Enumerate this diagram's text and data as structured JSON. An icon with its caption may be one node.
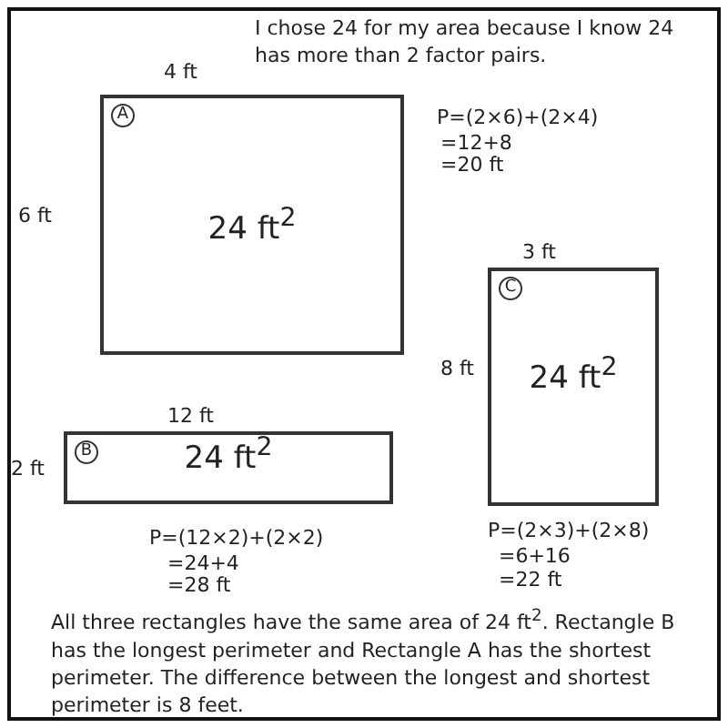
{
  "diagram": {
    "nodes": [
      {
        "text": [
          "A",
          "24 ft$^{2}$"
        ]
      },
      {
        "text": [
          "C",
          "24 ft$^{2}$"
        ]
      },
      {
        "text": [
          "B",
          "24 ft$^{2}$"
        ]
      }
    ],
    "labels": [
      "I chose 24 for my area because I know 24 has more than 2 factor pairs.",
      "4 ft",
      "6 ft",
      "P=(2×6)+(2×4)",
      "=12+8",
      "=20 ft",
      "3 ft",
      "8 ft",
      "12 ft",
      "2 ft",
      "P=(12×2)+(2×2)",
      "=24+4",
      "=28 ft",
      "P=(2×3)+(2×8)",
      "=6+16",
      "=22 ft",
      "All three rectangles have the same area of 24 ft$^{2}$. Rectangle B has the longest perimeter and Rectangle A has the shortest perimeter. The difference between the longest and shortest perimeter is 8 feet."
    ]
  }
}
